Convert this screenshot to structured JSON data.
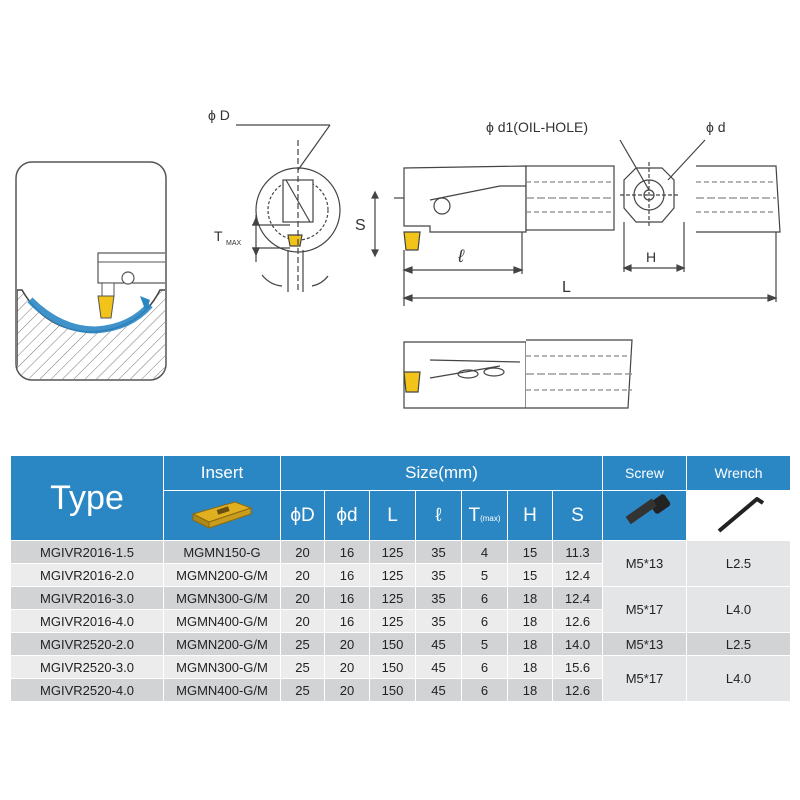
{
  "diagram": {
    "labels": {
      "phi_D": "ϕ D",
      "t_max": "T",
      "t_max_sub": "MAX",
      "s": "S",
      "ell": "ℓ",
      "phi_d1": "ϕ d1(OIL-HOLE)",
      "phi_d": "ϕ d",
      "h": "H",
      "l": "L"
    }
  },
  "table": {
    "header": {
      "type": "Type",
      "insert": "Insert",
      "size": "Size(mm)",
      "screw": "Screw",
      "wrench": "Wrench"
    },
    "columns": [
      "ϕD",
      "ϕd",
      "L",
      "ℓ",
      "T",
      "H",
      "S"
    ],
    "t_sub": "(max)",
    "rows": [
      {
        "type": "MGIVR2016-1.5",
        "insert": "MGMN150-G",
        "D": "20",
        "d": "16",
        "L": "125",
        "l": "35",
        "T": "4",
        "H": "15",
        "S": "11.3"
      },
      {
        "type": "MGIVR2016-2.0",
        "insert": "MGMN200-G/M",
        "D": "20",
        "d": "16",
        "L": "125",
        "l": "35",
        "T": "5",
        "H": "15",
        "S": "12.4"
      },
      {
        "type": "MGIVR2016-3.0",
        "insert": "MGMN300-G/M",
        "D": "20",
        "d": "16",
        "L": "125",
        "l": "35",
        "T": "6",
        "H": "18",
        "S": "12.4"
      },
      {
        "type": "MGIVR2016-4.0",
        "insert": "MGMN400-G/M",
        "D": "20",
        "d": "16",
        "L": "125",
        "l": "35",
        "T": "6",
        "H": "18",
        "S": "12.6"
      },
      {
        "type": "MGIVR2520-2.0",
        "insert": "MGMN200-G/M",
        "D": "25",
        "d": "20",
        "L": "150",
        "l": "45",
        "T": "5",
        "H": "18",
        "S": "14.0"
      },
      {
        "type": "MGIVR2520-3.0",
        "insert": "MGMN300-G/M",
        "D": "25",
        "d": "20",
        "L": "150",
        "l": "45",
        "T": "6",
        "H": "18",
        "S": "15.6"
      },
      {
        "type": "MGIVR2520-4.0",
        "insert": "MGMN400-G/M",
        "D": "25",
        "d": "20",
        "L": "150",
        "l": "45",
        "T": "6",
        "H": "18",
        "S": "12.6"
      }
    ],
    "tool_groups": [
      {
        "screw": "M5*13",
        "wrench": "L2.5"
      },
      {
        "screw": "M5*17",
        "wrench": "L4.0"
      },
      {
        "screw": "M5*13",
        "wrench": "L2.5"
      },
      {
        "screw": "M5*17",
        "wrench": "L4.0"
      }
    ]
  }
}
